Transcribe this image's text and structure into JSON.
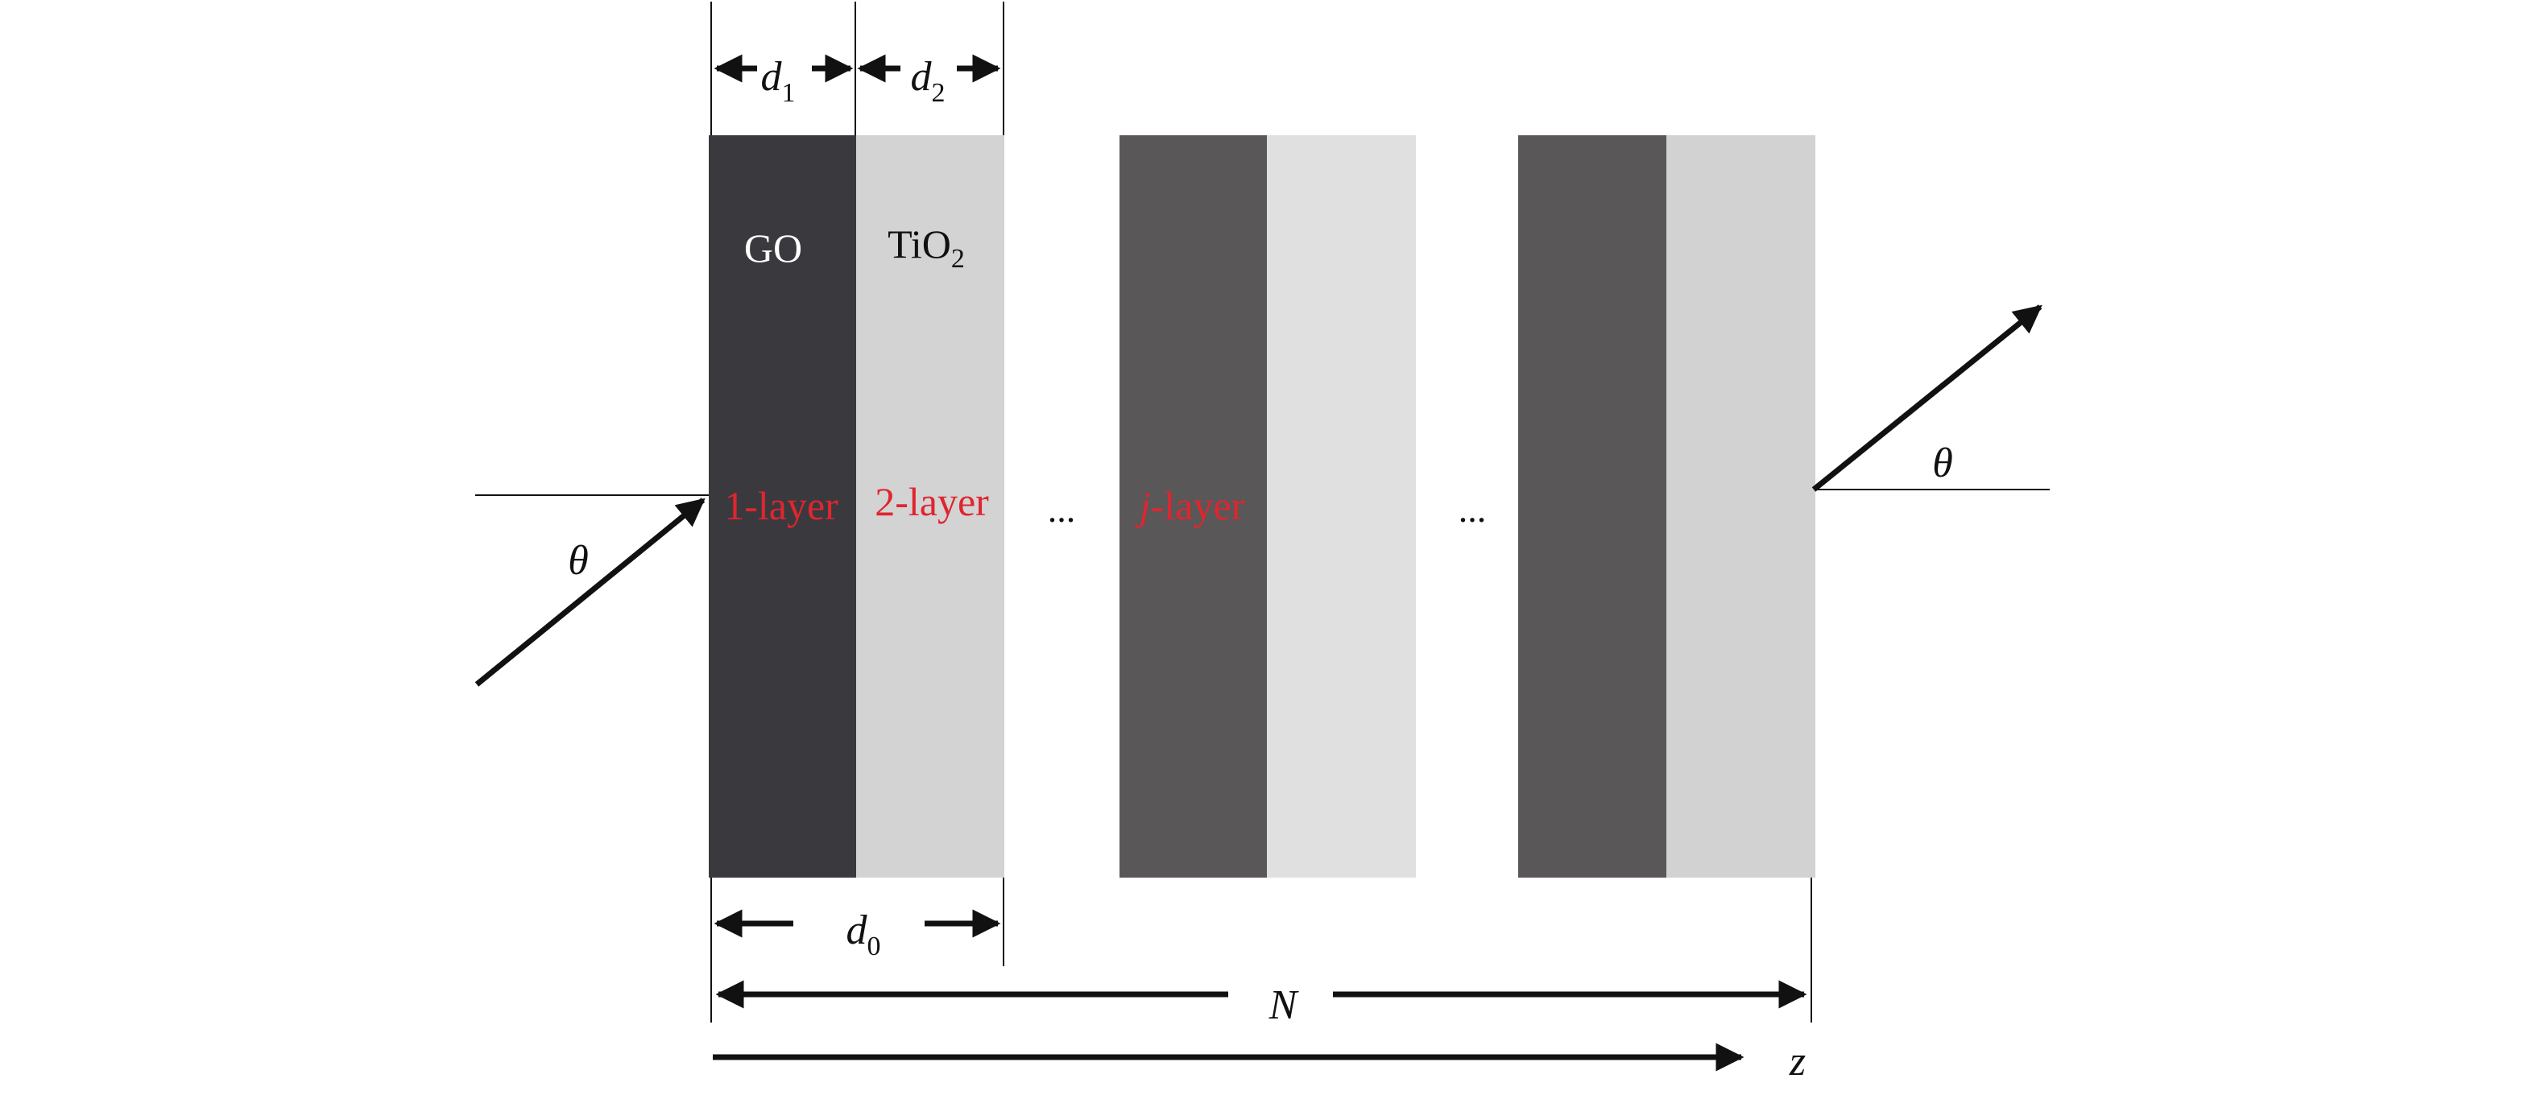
{
  "colors": {
    "go_dark": "#3a3a3e",
    "pair_dark": "#595758",
    "tio2_light_1": "#d3d3d3",
    "tio2_light_2": "#e0e0e0",
    "tio2_light_3": "#d2d2d2",
    "layer_label": "#e0252f",
    "line": "#111111"
  },
  "materials": {
    "go": "GO",
    "tio2_base": "TiO",
    "tio2_sub": "2"
  },
  "layers": {
    "first": "1-layer",
    "second": "2-layer",
    "j_var": "j",
    "j_suffix": "-layer"
  },
  "ellipsis": "...",
  "dimensions": {
    "d1_var": "d",
    "d1_sub": "1",
    "d2_var": "d",
    "d2_sub": "2",
    "d0_var": "d",
    "d0_sub": "0",
    "period_count": "N",
    "axis": "z"
  },
  "angles": {
    "incident": "θ",
    "exit": "θ"
  }
}
